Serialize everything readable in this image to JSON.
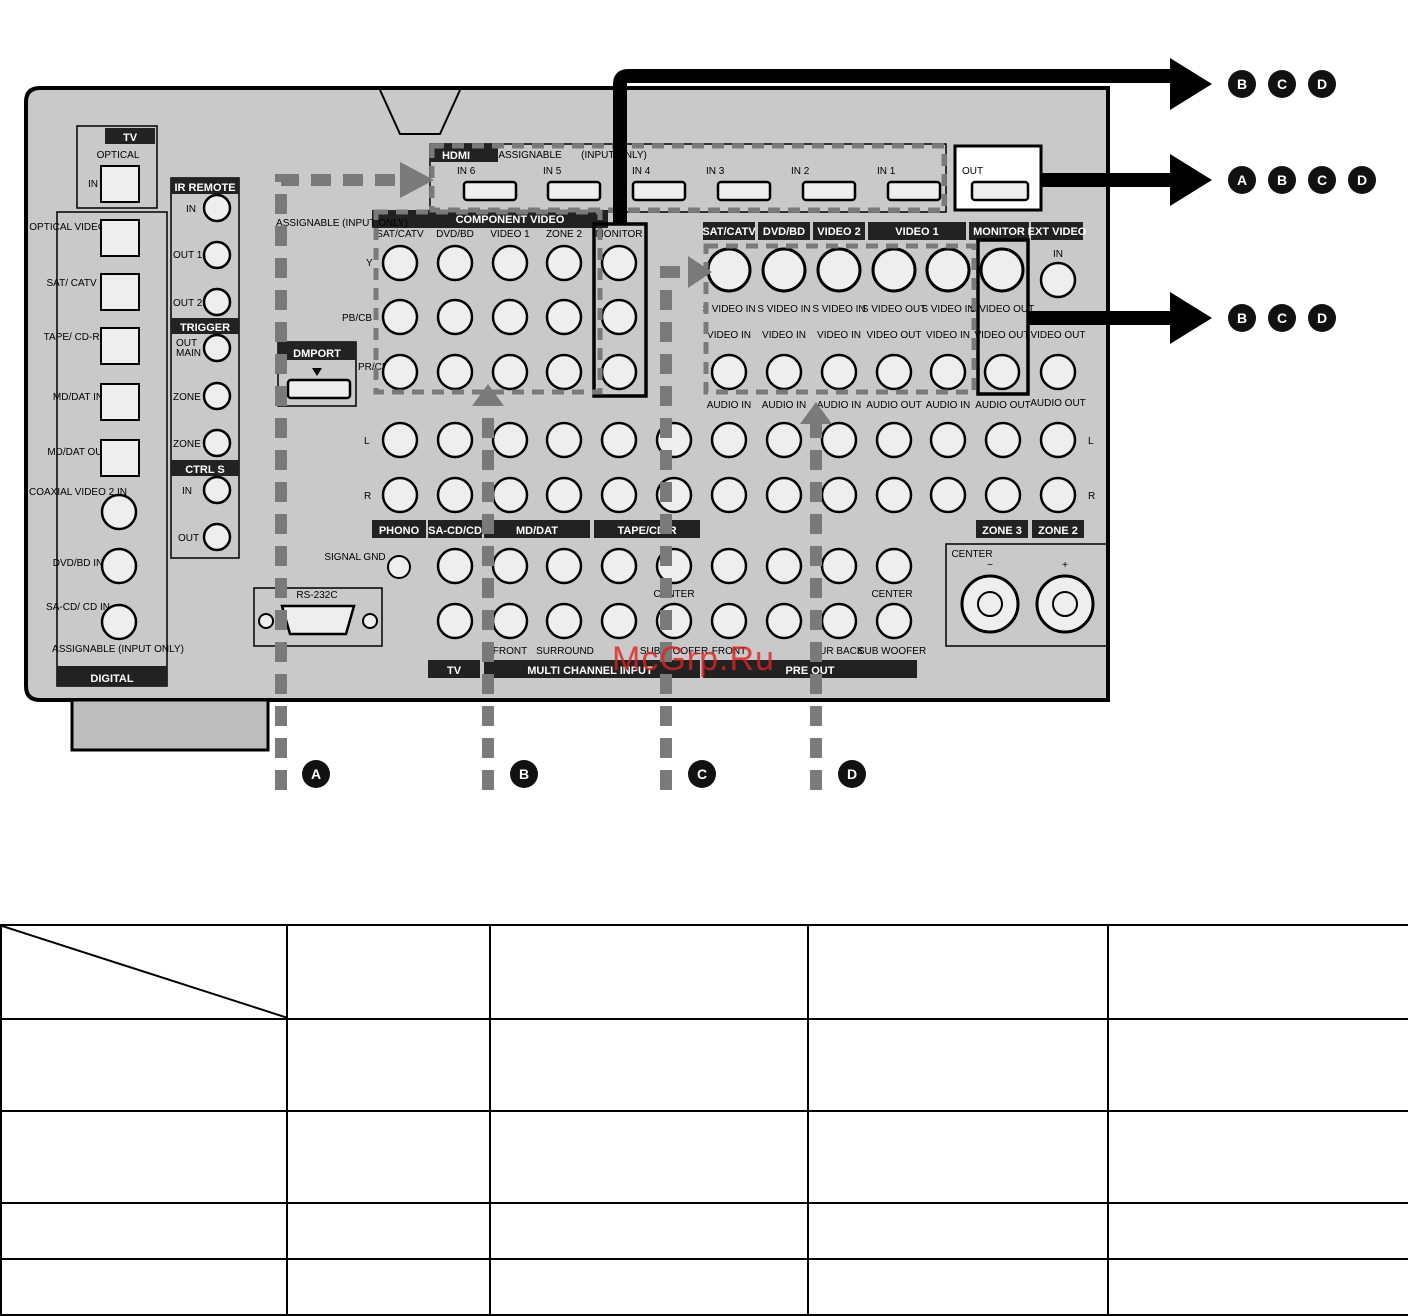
{
  "panel": {
    "colors": {
      "panel": "#c9c9c9",
      "frame": "#000",
      "arrow": "#000",
      "dash": "#7a7a7a",
      "badge": "#111"
    },
    "sections": {
      "tv": "TV",
      "optical": "OPTICAL",
      "in": "IN",
      "ir_remote": "IR REMOTE",
      "out1": "OUT 1",
      "out2": "OUT 2",
      "trigger": "TRIGGER",
      "out_main": "OUT",
      "main": "MAIN",
      "zone2_small": "ZONE 2",
      "zone3_small": "ZONE 3",
      "ctrl_s": "CTRL S",
      "out": "OUT",
      "digital": "DIGITAL",
      "assignable_input_only_small": "ASSIGNABLE (INPUT ONLY)",
      "hdmi": "HDMI",
      "hdmi_assignable": "ASSIGNABLE",
      "hdmi_input_only": "(INPUT ONLY)",
      "component_video": "COMPONENT VIDEO",
      "assignable_input_only": "ASSIGNABLE (INPUT ONLY)",
      "dmport": "DMPORT",
      "rs232c": "RS-232C",
      "signal_gnd": "SIGNAL GND",
      "monitor": "MONITOR",
      "ext_video": "EXT VIDEO",
      "phono": "PHONO",
      "sacd": "SA-CD/CD",
      "mddat": "MD/DAT",
      "tapecdr": "TAPE/CD-R",
      "zone3": "ZONE 3",
      "zone2": "ZONE 2",
      "tv_in": "TV",
      "multi_channel_input": "MULTI CHANNEL INPUT",
      "pre_out": "PRE OUT",
      "center": "CENTER",
      "front": "FRONT",
      "surround": "SURROUND",
      "sur_back": "SUR BACK",
      "subwoofer": "SUB WOOFER",
      "y": "Y",
      "pb": "PB/CB",
      "pr": "PR/CR",
      "l": "L",
      "r": "R",
      "plus": "+",
      "minus": "−",
      "svideo_in": "S VIDEO IN",
      "svideo_out": "S VIDEO OUT",
      "video_in": "VIDEO IN",
      "video_out": "VIDEO OUT",
      "audio_in": "AUDIO IN",
      "audio_out": "AUDIO OUT"
    },
    "digital_inputs": [
      "OPTICAL VIDEO 1 IN",
      "SAT/ CATV IN",
      "TAPE/ CD-R IN",
      "MD/DAT IN",
      "MD/DAT OUT",
      "COAXIAL VIDEO 2 IN",
      "DVD/BD IN",
      "SA-CD/ CD IN"
    ],
    "hdmi_inputs": [
      "IN 6",
      "IN 5",
      "IN 4",
      "IN 3",
      "IN 2",
      "IN 1"
    ],
    "hdmi_out": "OUT",
    "component_inputs": [
      "SAT/CATV",
      "DVD/BD",
      "VIDEO 1",
      "ZONE 2",
      "MONITOR"
    ],
    "video_inputs": [
      "SAT/CATV",
      "DVD/BD",
      "VIDEO 2",
      "VIDEO 1"
    ],
    "markers": [
      "A",
      "B",
      "C",
      "D"
    ],
    "arrow_targets": [
      [
        "B",
        "C",
        "D"
      ],
      [
        "A",
        "B",
        "C",
        "D"
      ],
      [
        "B",
        "C",
        "D"
      ]
    ]
  },
  "watermark": "McGrp.Ru",
  "table": {
    "rows": [
      [
        "",
        "",
        "",
        "",
        ""
      ],
      [
        "",
        "",
        "",
        "",
        ""
      ],
      [
        "",
        "",
        "",
        "",
        ""
      ],
      [
        "",
        "",
        "",
        "",
        ""
      ],
      [
        "",
        "",
        "",
        "",
        ""
      ]
    ]
  }
}
